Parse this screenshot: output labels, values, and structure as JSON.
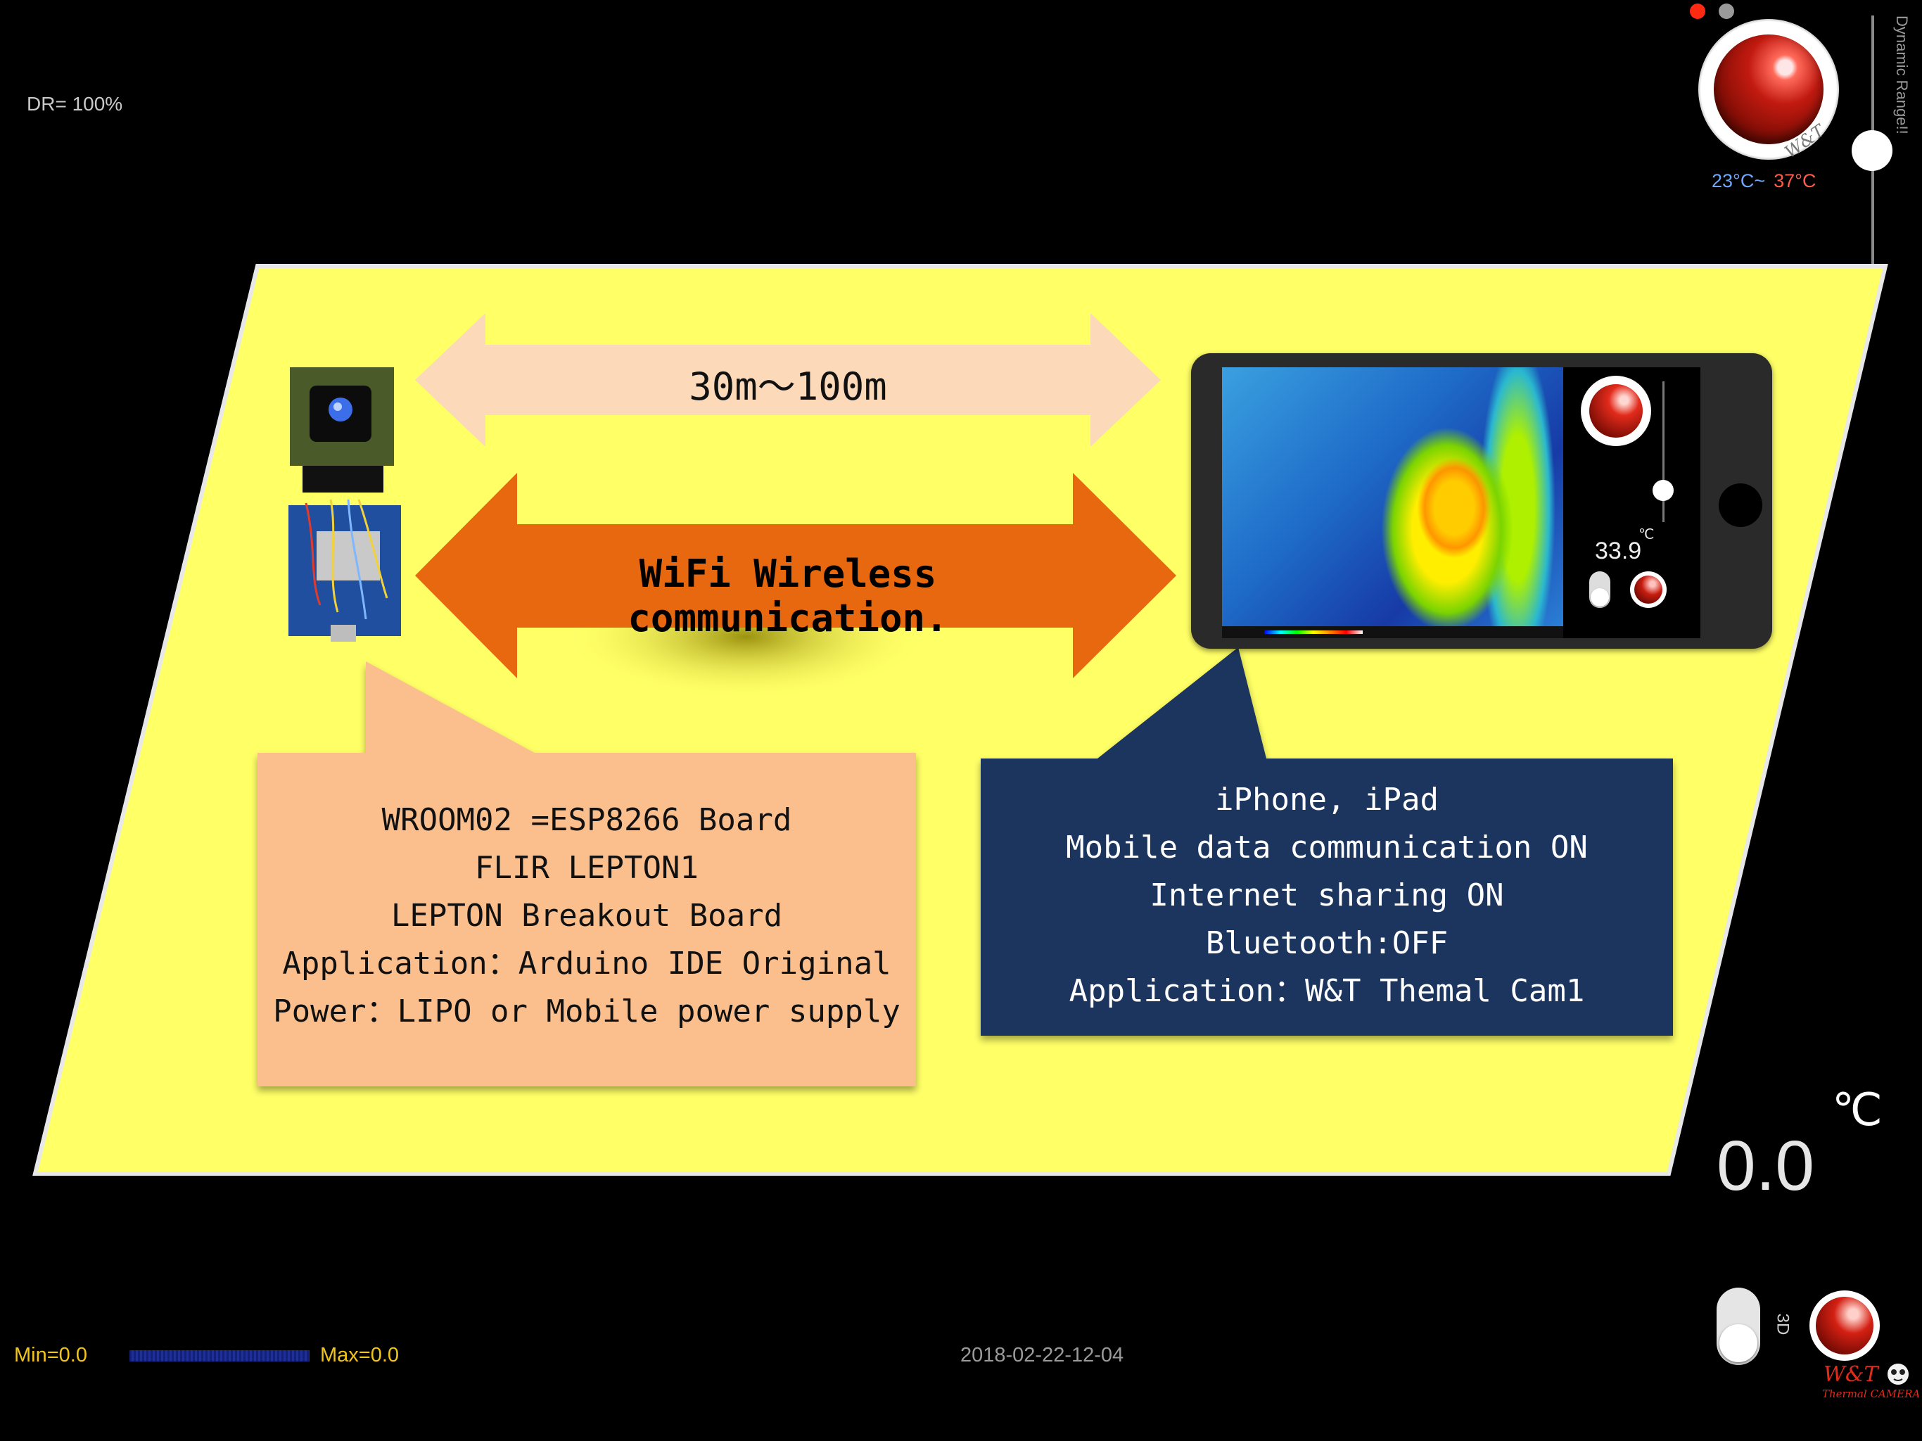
{
  "status": {
    "dynamic_range": "DR= 100%",
    "dynamic_range_label": "Dynamic Range!!",
    "temp_low": "23°C~",
    "temp_high": "37°C",
    "min": "Min=0.0",
    "max": "Max=0.0",
    "timestamp": "2018-02-22-12-04",
    "current_temp": "0.0",
    "unit": "℃",
    "toggle_3d_label": "3D"
  },
  "brand": {
    "logo_top": "W&T",
    "logo_bottom": "W&T",
    "logo_bottom_sub": "Thermal CAMERA"
  },
  "slide": {
    "range_arrow_text": "30m～100m",
    "wifi_arrow_text": "WiFi Wireless communication.",
    "left_callout": [
      "WROOM02 =ESP8266 Board",
      "FLIR LEPTON1",
      "LEPTON  Breakout Board",
      "Application：Arduino IDE Original",
      "Power：LIPO or Mobile power supply"
    ],
    "right_callout": [
      "iPhone, iPad",
      "Mobile data communication  ON",
      "Internet sharing  ON",
      "Bluetooth:OFF",
      "Application：W&T Themal Cam1"
    ],
    "phone_reading": "33.9",
    "phone_unit": "℃"
  },
  "colors": {
    "slide_yellow": "#ffff66",
    "range_arrow": "#fcd9b8",
    "wifi_arrow": "#e8680f",
    "left_callout": "#fbbf8d",
    "right_callout": "#1c365e",
    "temp_low": "#6fa7ff",
    "temp_high": "#ff5a4a"
  },
  "icons": {
    "shutter": "shutter-button-icon",
    "mascot": "mascot-icon"
  }
}
